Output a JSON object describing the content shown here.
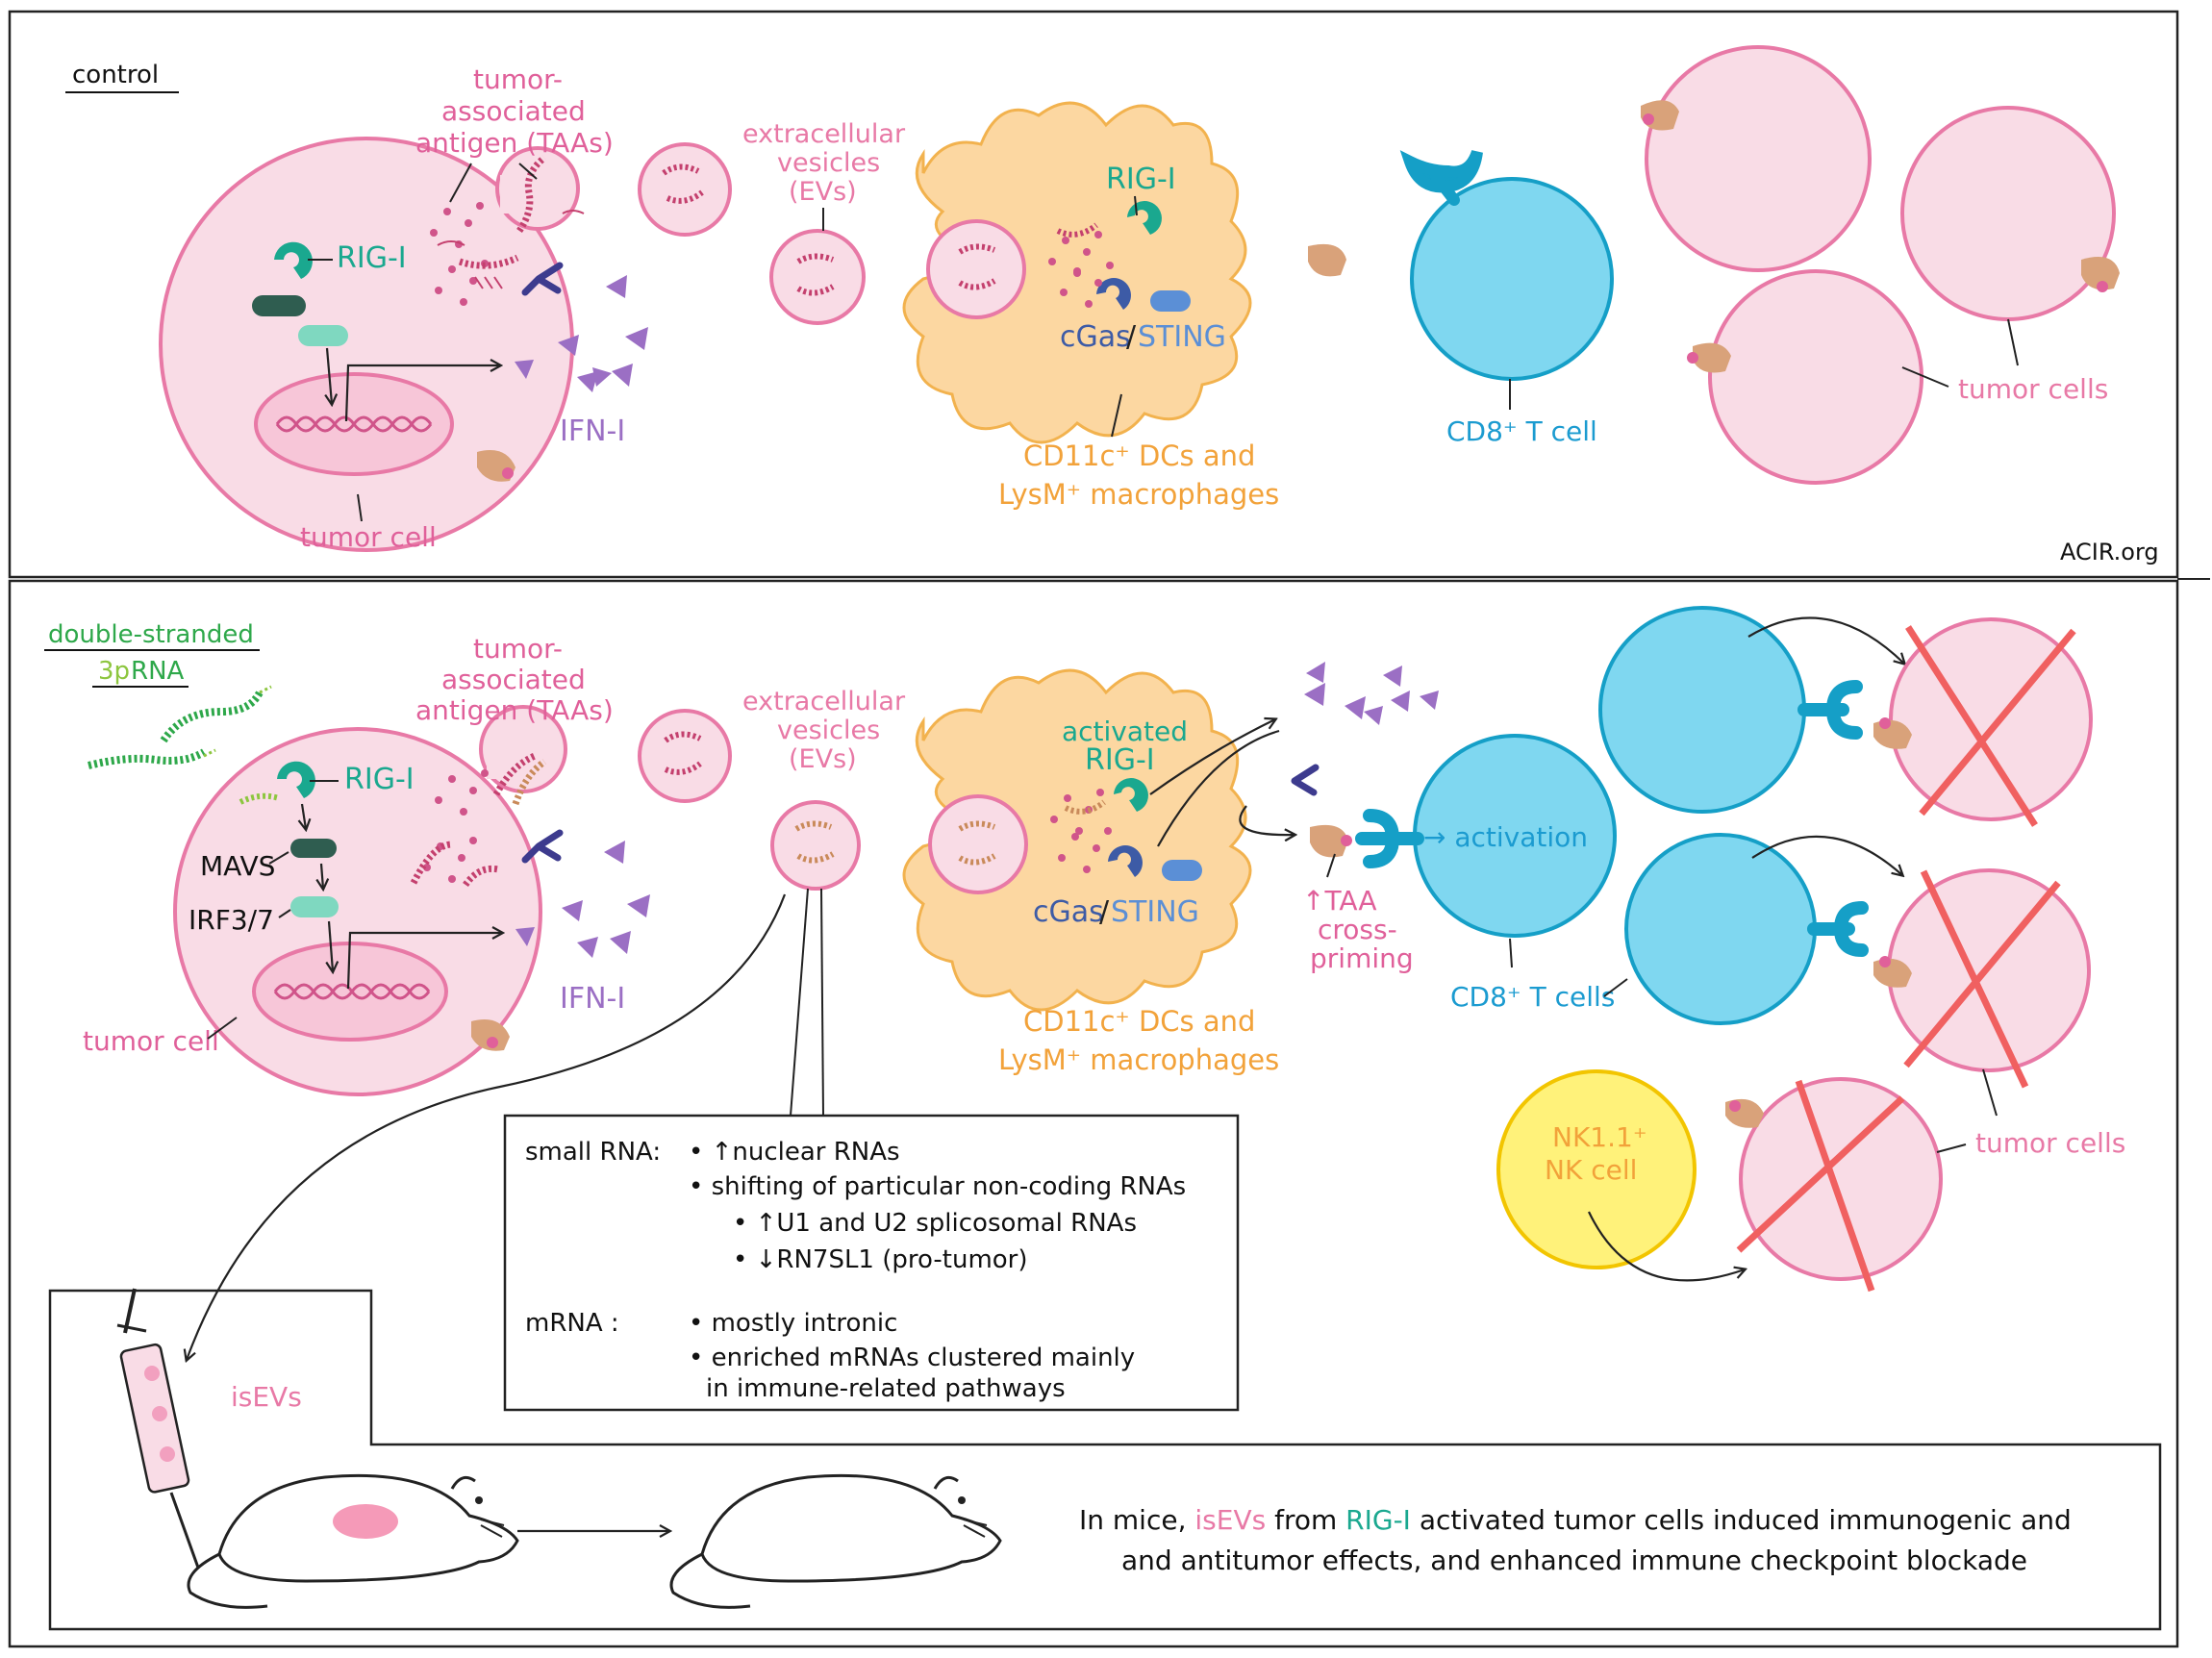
{
  "colors": {
    "pink_fill": "#f9dce6",
    "pink_stroke": "#e879a6",
    "pink_text": "#e0609a",
    "teal": "#1aa88f",
    "dark_green": "#2f5d50",
    "mint": "#7fd8c0",
    "purple": "#9b6fc4",
    "navy": "#3d3b8e",
    "orange_fill": "#fcd7a1",
    "orange_text": "#f2a23a",
    "cyan_fill": "#7fd7f0",
    "cyan_stroke": "#159fc7",
    "blue_text": "#1b9bd0",
    "yellow_fill": "#fff27a",
    "yellow_stroke": "#f2c500",
    "green_text": "#2ea84a",
    "lime_text": "#8dc63f",
    "red_x": "#f06060",
    "tan": "#d9a27a",
    "sting_blue": "#5b8fd6"
  },
  "top": {
    "condition": "control",
    "taa_line1": "tumor-",
    "taa_line2": "associated",
    "taa_line3": "antigen (TAAs)",
    "ev_line1": "extracellular",
    "ev_line2": "vesicles",
    "ev_line3": "(EVs)",
    "rigi": "RIG-I",
    "cgas": "cGas",
    "sting": "STING",
    "slash": "/",
    "ifn": "IFN-I",
    "tumor_cell": "tumor cell",
    "dc_line1": "CD11c⁺ DCs and",
    "dc_line2": "LysM⁺ macrophages",
    "tcell": "CD8⁺ T cell",
    "tumor_cells": "tumor cells",
    "credit": "ACIR.org"
  },
  "bottom": {
    "condition_line1": "double-stranded",
    "condition_line2_a": "3p",
    "condition_line2_b": "RNA",
    "taa_line1": "tumor-",
    "taa_line2": "associated",
    "taa_line3": "antigen (TAAs)",
    "ev_line1": "extracellular",
    "ev_line2": "vesicles",
    "ev_line3": "(EVs)",
    "rigi": "RIG-I",
    "mavs": "MAVS",
    "irf": "IRF3/7",
    "activated_line1": "activated",
    "activated_line2": "RIG-I",
    "cgas": "cGas",
    "sting": "STING",
    "slash": "/",
    "ifn": "IFN-I",
    "tumor_cell": "tumor cell",
    "dc_line1": "CD11c⁺ DCs and",
    "dc_line2": "LysM⁺ macrophages",
    "taa_cross_line1": "↑TAA",
    "taa_cross_line2": "cross-",
    "taa_cross_line3": "priming",
    "activation": "→ activation",
    "tcells": "CD8⁺ T cells",
    "nk_line1": "NK1.1⁺",
    "nk_line2": "NK cell",
    "tumor_cells": "tumor cells",
    "isevs": "isEVs",
    "summary_a": "In mice, ",
    "summary_b": "isEVs",
    "summary_c": " from ",
    "summary_d": "RIG-I",
    "summary_e": " activated tumor cells induced immunogenic and",
    "summary_line2": "and antitumor effects, and enhanced immune checkpoint blockade"
  },
  "rna_box": {
    "small_label": "small RNA:",
    "small_1": "• ↑nuclear RNAs",
    "small_2": "• shifting of particular non-coding RNAs",
    "small_3": "• ↑U1 and U2 splicosomal RNAs",
    "small_4": "• ↓RN7SL1 (pro-tumor)",
    "mrna_label": "mRNA :",
    "mrna_1": "• mostly intronic",
    "mrna_2": "• enriched mRNAs clustered mainly",
    "mrna_3": "in immune-related pathways"
  }
}
